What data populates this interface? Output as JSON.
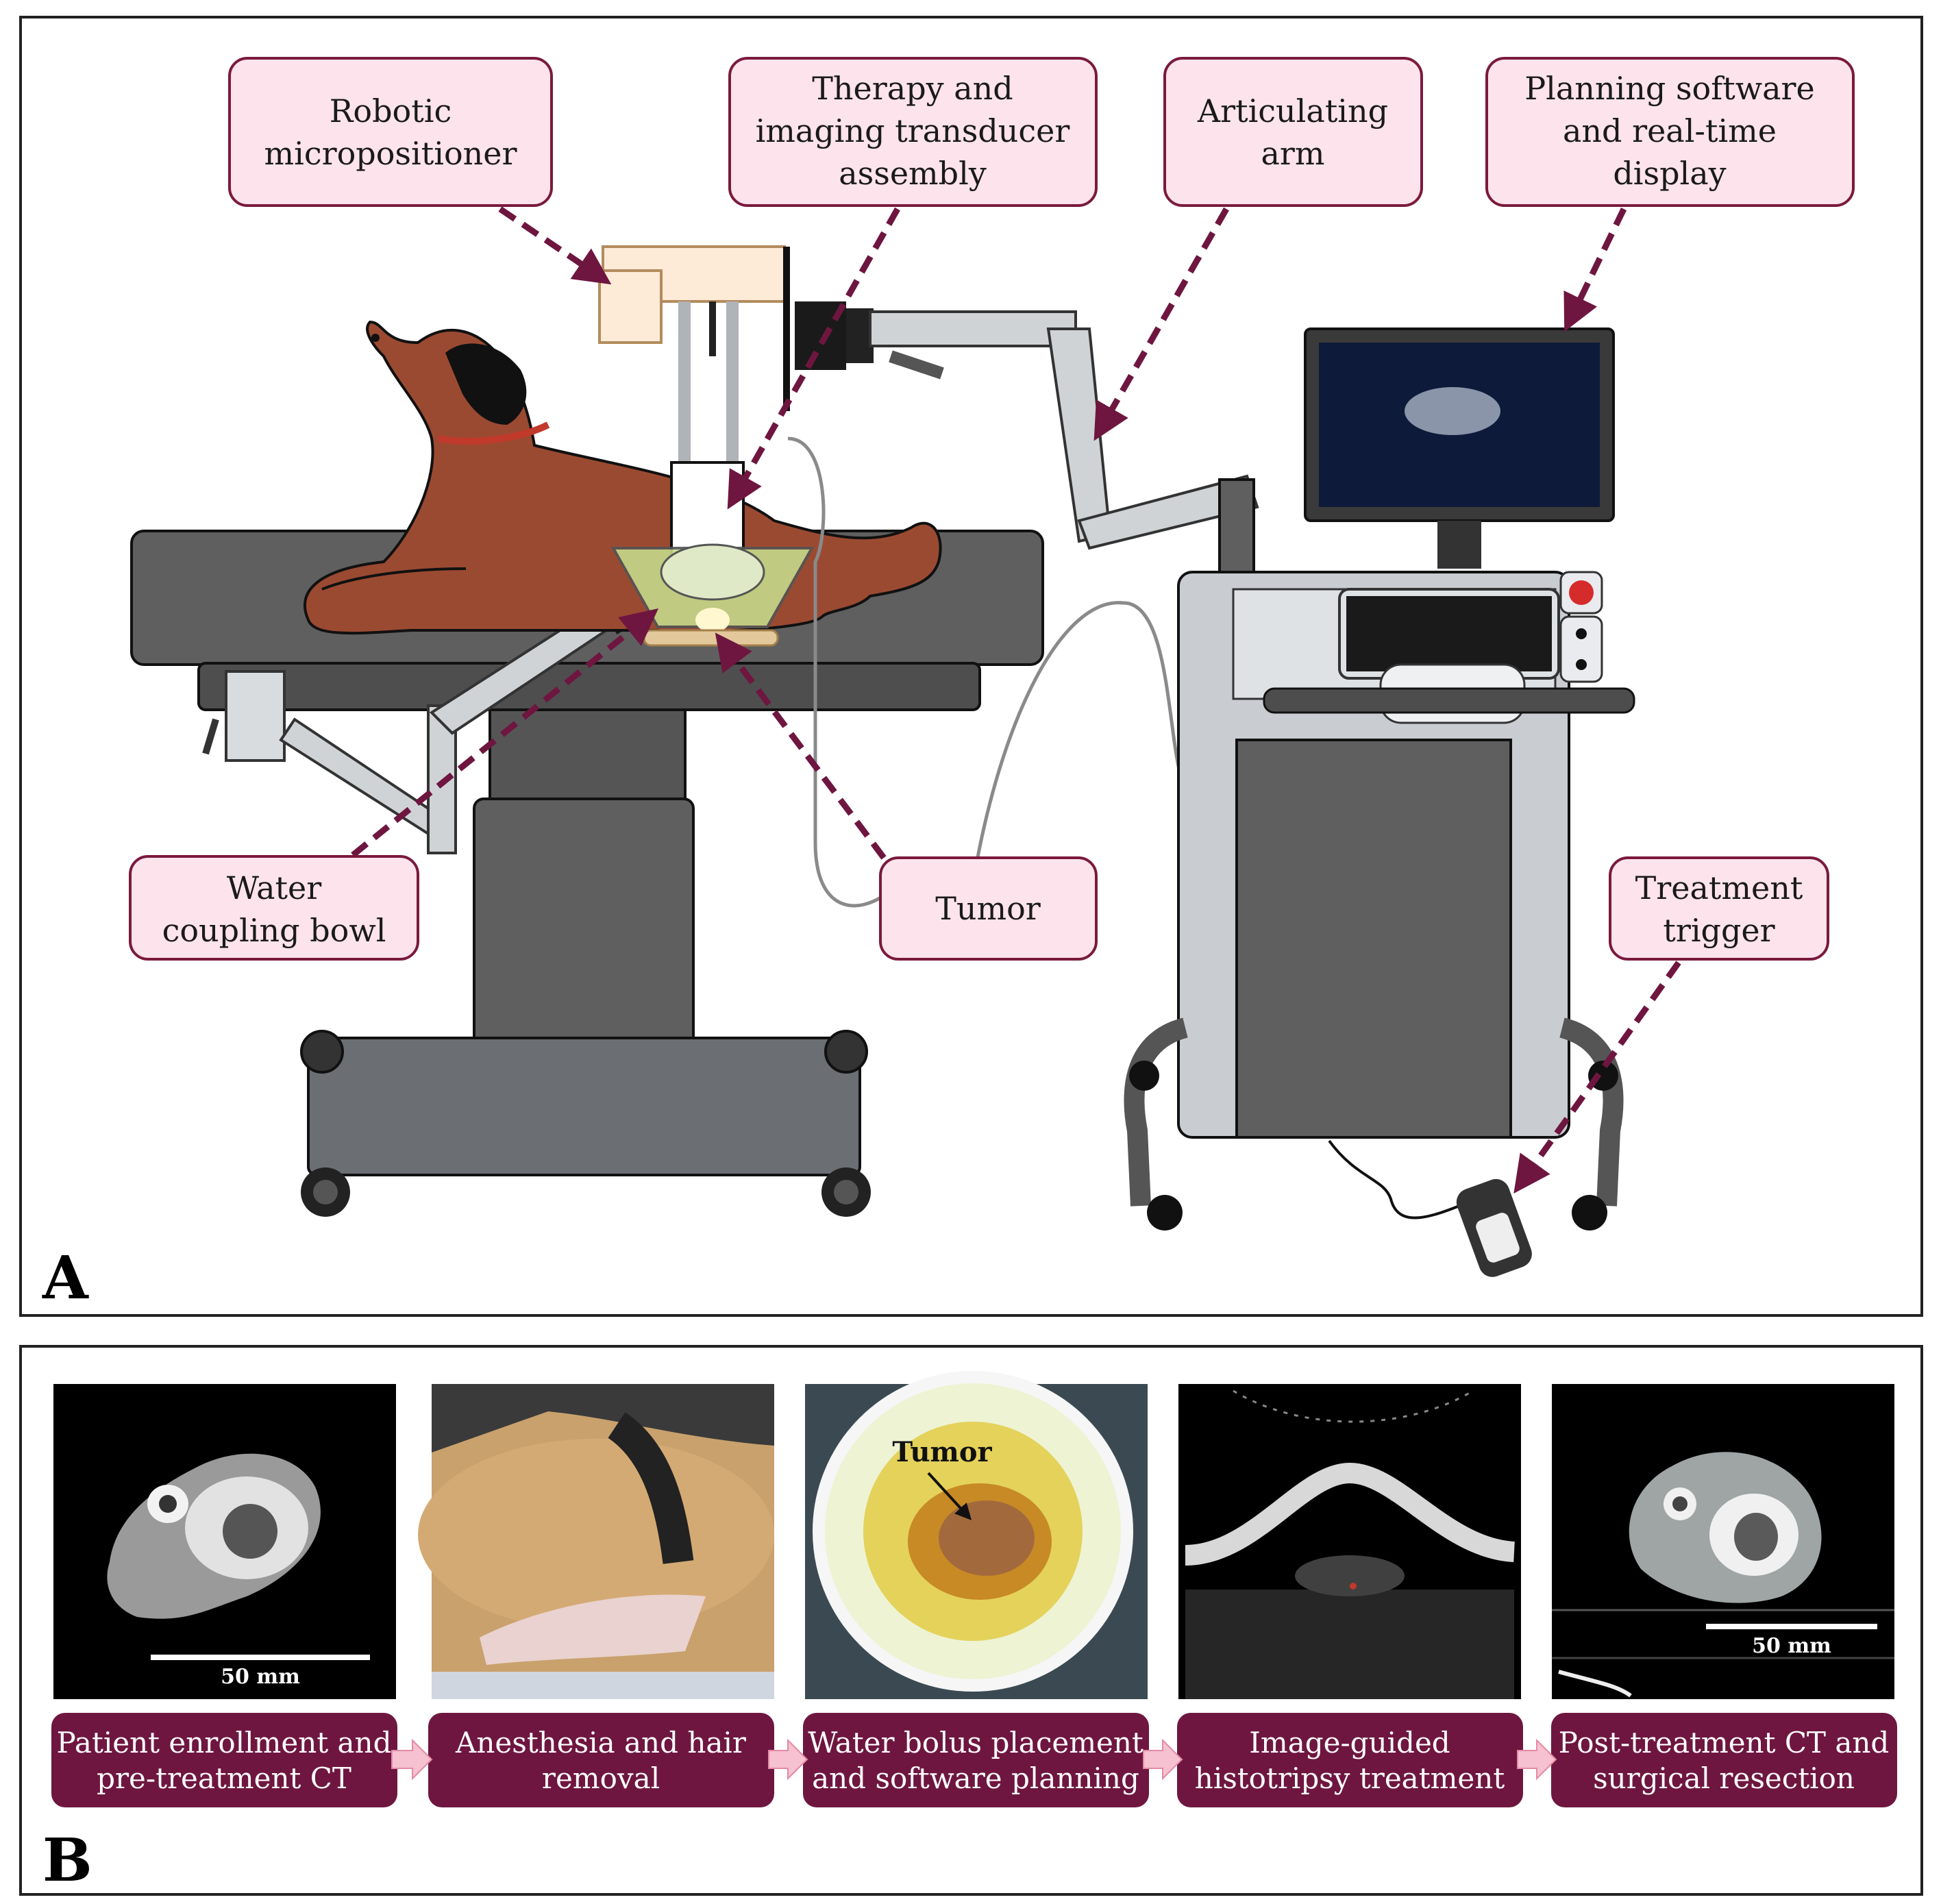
{
  "panel_a": {
    "letter": "A",
    "callouts": [
      {
        "id": "robotic-micropositioner",
        "lines": [
          "Robotic",
          "micropositioner"
        ]
      },
      {
        "id": "transducer-assembly",
        "lines": [
          "Therapy and",
          "imaging transducer",
          "assembly"
        ]
      },
      {
        "id": "articulating-arm",
        "lines": [
          "Articulating",
          "arm"
        ]
      },
      {
        "id": "planning-software",
        "lines": [
          "Planning software",
          "and real-time",
          "display"
        ]
      },
      {
        "id": "water-coupling-bowl",
        "lines": [
          "Water",
          "coupling bowl"
        ]
      },
      {
        "id": "tumor",
        "lines": [
          "Tumor"
        ]
      },
      {
        "id": "treatment-trigger",
        "lines": [
          "Treatment",
          "trigger"
        ]
      }
    ]
  },
  "panel_b": {
    "letter": "B",
    "images": {
      "ct_pre_scale": "50 mm",
      "photo_tumor_label": "Tumor",
      "ct_post_scale": "50 mm"
    },
    "steps": [
      {
        "id": "step-1",
        "lines": [
          "Patient enrollment and",
          "pre-treatment CT"
        ]
      },
      {
        "id": "step-2",
        "lines": [
          "Anesthesia and hair",
          "removal"
        ]
      },
      {
        "id": "step-3",
        "lines": [
          "Water bolus placement",
          "and software planning"
        ]
      },
      {
        "id": "step-4",
        "lines": [
          "Image-guided",
          "histotripsy treatment"
        ]
      },
      {
        "id": "step-5",
        "lines": [
          "Post-treatment CT and",
          "surgical resection"
        ]
      }
    ]
  },
  "colors": {
    "callout_fill": "#fde3ec",
    "callout_border": "#7a1a3d",
    "arrow": "#6e1640",
    "step_fill": "#6e1640",
    "step_arrow": "#f6c1d0",
    "dog": "#9b4a32",
    "table": "#5e5e5e"
  }
}
